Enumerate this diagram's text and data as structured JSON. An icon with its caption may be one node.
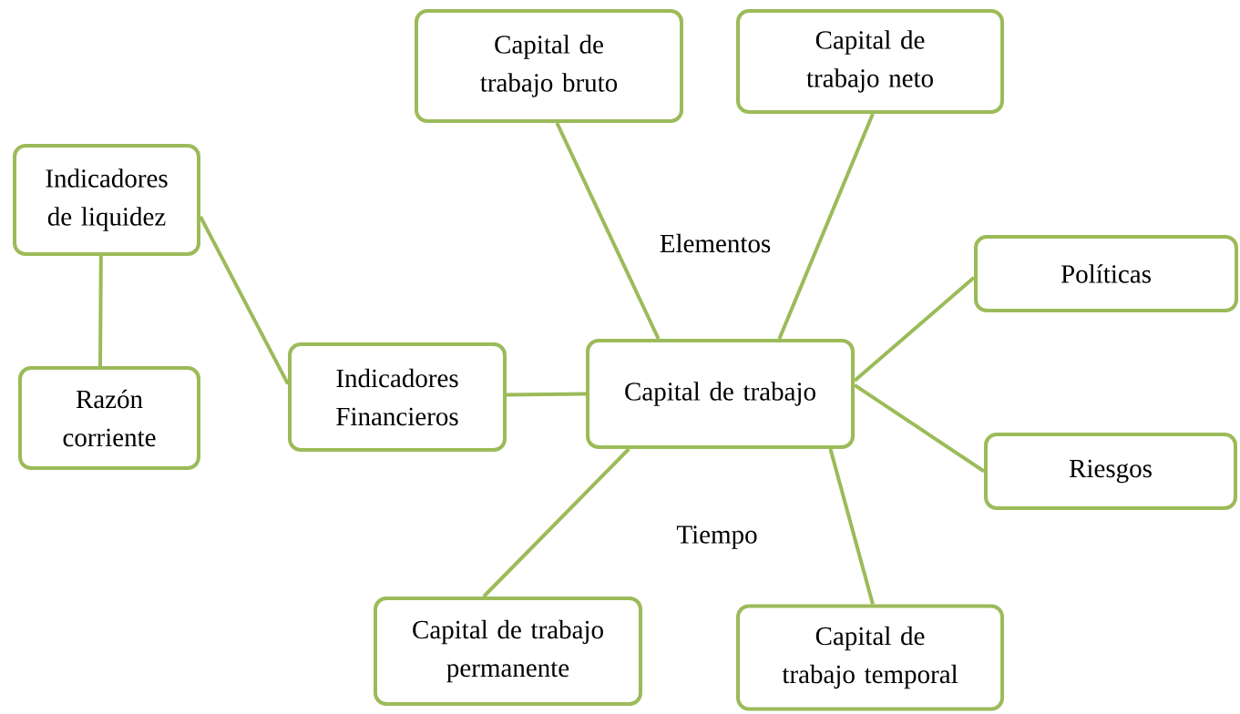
{
  "diagram": {
    "nodes": [
      {
        "text": [
          "Capital de trabajo"
        ]
      },
      {
        "text": [
          "Capital de trabajo bruto"
        ]
      },
      {
        "text": [
          "Capital de trabajo neto"
        ]
      },
      {
        "text": [
          "Políticas"
        ]
      },
      {
        "text": [
          "Riesgos"
        ]
      },
      {
        "text": [
          "Capital de trabajo permanente"
        ]
      },
      {
        "text": [
          "Capital de trabajo temporal"
        ]
      },
      {
        "text": [
          "Indicadores Financieros"
        ]
      },
      {
        "text": [
          "Indicadores de liquidez"
        ]
      },
      {
        "text": [
          "Razón corriente"
        ]
      }
    ],
    "edges": [
      {
        "from": 0,
        "to": 1,
        "arrow": "none"
      },
      {
        "from": 0,
        "to": 2,
        "arrow": "none"
      },
      {
        "from": 0,
        "to": 3,
        "arrow": "none"
      },
      {
        "from": 0,
        "to": 4,
        "arrow": "none"
      },
      {
        "from": 0,
        "to": 5,
        "arrow": "none"
      },
      {
        "from": 0,
        "to": 6,
        "arrow": "none"
      },
      {
        "from": 0,
        "to": 7,
        "arrow": "none"
      },
      {
        "from": 7,
        "to": 8,
        "arrow": "none"
      },
      {
        "from": 8,
        "to": 9,
        "arrow": "none"
      }
    ],
    "labels": [
      "Elementos",
      "Tiempo"
    ]
  }
}
